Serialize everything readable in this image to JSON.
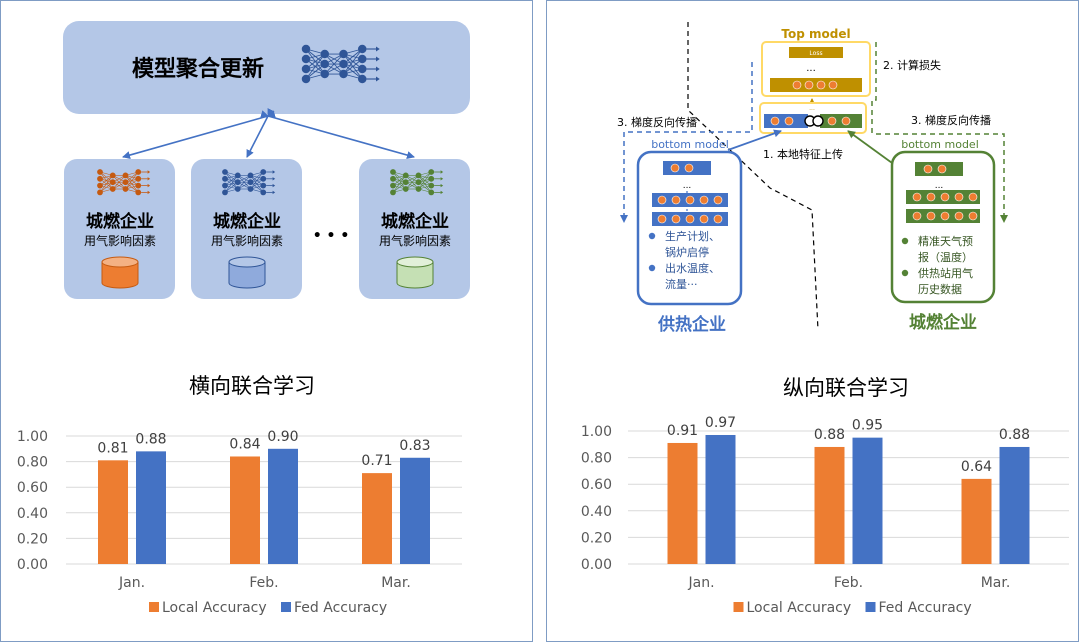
{
  "left": {
    "update_title": "模型聚合更新",
    "enterprise_title": "城燃企业",
    "enterprise_sub": "用气影响因素",
    "ellipsis": "• • •",
    "section_title": "横向联合学习"
  },
  "right": {
    "top_model_label": "Top model",
    "loss_label": "Loss",
    "dots": "...",
    "tiny_dots": "...",
    "step_compute_loss": "2. 计算损失",
    "step_backprop_left": "3. 梯度反向传播",
    "step_backprop_right": "3. 梯度反向传播",
    "step_upload": "1. 本地特征上传",
    "bottom_model_left": "bottom model",
    "bottom_model_right": "bottom model",
    "heating_features": [
      "生产计划、",
      "锅炉启停",
      "出水温度、",
      "流量···"
    ],
    "gas_features": [
      "精准天气预",
      "报（温度）",
      "供热站用气",
      "历史数据"
    ],
    "heating_name": "供热企业",
    "gas_name": "城燃企业",
    "section_title": "纵向联合学习"
  },
  "colors": {
    "local": "#ed7d31",
    "fed": "#4472c4",
    "orange_db": "#ed7d31",
    "blue_db": "#8faadc",
    "green_db": "#c5e0b4",
    "top_model": "#bf9000",
    "green": "#548235",
    "blue_frame": "#4472c4"
  },
  "chart_data": [
    {
      "type": "bar",
      "title": "横向联合学习",
      "categories": [
        "Jan.",
        "Feb.",
        "Mar."
      ],
      "series": [
        {
          "name": "Local Accuracy",
          "values": [
            0.81,
            0.84,
            0.71
          ]
        },
        {
          "name": "Fed Accuracy",
          "values": [
            0.88,
            0.9,
            0.83
          ]
        }
      ],
      "value_labels": [
        [
          "0.81",
          "0.84",
          "0.71"
        ],
        [
          "0.88",
          "0.90",
          "0.83"
        ]
      ],
      "ylim": [
        0,
        1
      ],
      "yticks": [
        "0.00",
        "0.20",
        "0.40",
        "0.60",
        "0.80",
        "1.00"
      ],
      "grid": true,
      "legend": "bottom"
    },
    {
      "type": "bar",
      "title": "纵向联合学习",
      "categories": [
        "Jan.",
        "Feb.",
        "Mar."
      ],
      "series": [
        {
          "name": "Local Accuracy",
          "values": [
            0.91,
            0.88,
            0.64
          ]
        },
        {
          "name": "Fed Accuracy",
          "values": [
            0.97,
            0.95,
            0.88
          ]
        }
      ],
      "value_labels": [
        [
          "0.91",
          "0.88",
          "0.64"
        ],
        [
          "0.97",
          "0.95",
          "0.88"
        ]
      ],
      "ylim": [
        0,
        1
      ],
      "yticks": [
        "0.00",
        "0.20",
        "0.40",
        "0.60",
        "0.80",
        "1.00"
      ],
      "grid": true,
      "legend": "bottom"
    }
  ]
}
